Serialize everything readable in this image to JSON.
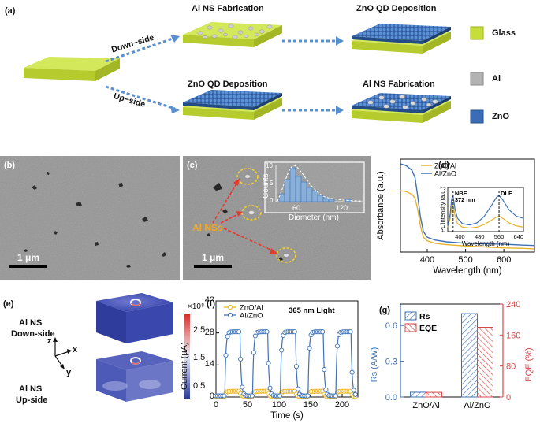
{
  "panels": {
    "a": "(a)",
    "b": "(b)",
    "c": "(c)",
    "d": "(d)",
    "e": "(e)",
    "f": "(f)",
    "g": "(g)"
  },
  "schematic": {
    "step_top_1": "Al NS Fabrication",
    "step_top_2": "ZnO QD Deposition",
    "step_bot_1": "ZnO QD Deposition",
    "step_bot_2": "Al NS Fabrication",
    "route_down": "Down−side",
    "route_up": "Up−side",
    "legend": [
      {
        "label": "Glass",
        "color": "#c7de3a"
      },
      {
        "label": "Al",
        "color": "#b3b3b3"
      },
      {
        "label": "ZnO",
        "color": "#3a6db6"
      }
    ]
  },
  "sem": {
    "scale_b": "1 μm",
    "scale_c": "1 μm",
    "annotation": "Al NSs",
    "inset": {
      "ylabel": "Counts",
      "xlabel": "Diameter (nm)",
      "yticks": [
        "0",
        "5",
        "10"
      ],
      "xticks": [
        "60",
        "120"
      ]
    }
  },
  "sim": {
    "label_top_1": "Al NS",
    "label_top_2": "Down-side",
    "label_bot_1": "Al NS",
    "label_bot_2": "Up-side",
    "axis_z": "z",
    "axis_x": "x",
    "axis_y": "y",
    "colorbar_exponent": "×10⁸",
    "colorbar_ticks": [
      "2.5",
      "1.5",
      "0.5"
    ]
  },
  "chart_data": [
    {
      "type": "line",
      "panel": "d",
      "xlabel": "Wavelength (nm)",
      "ylabel": "Absorbance (a.u.)",
      "xlim": [
        330,
        680
      ],
      "xticks": [
        400,
        500,
        600
      ],
      "series": [
        {
          "name": "ZnO/Al",
          "color": "#e6b326",
          "x": [
            330,
            345,
            360,
            368,
            375,
            382,
            390,
            400,
            420,
            450,
            500,
            550,
            600,
            650,
            680
          ],
          "y": [
            0.66,
            0.65,
            0.62,
            0.58,
            0.46,
            0.28,
            0.16,
            0.12,
            0.095,
            0.08,
            0.065,
            0.055,
            0.045,
            0.04,
            0.035
          ]
        },
        {
          "name": "Al/ZnO",
          "color": "#3e72b5",
          "x": [
            330,
            345,
            360,
            368,
            375,
            382,
            390,
            400,
            420,
            450,
            500,
            550,
            600,
            650,
            680
          ],
          "y": [
            0.95,
            0.93,
            0.88,
            0.8,
            0.6,
            0.38,
            0.22,
            0.16,
            0.13,
            0.11,
            0.095,
            0.09,
            0.085,
            0.075,
            0.07
          ]
        }
      ]
    },
    {
      "type": "line",
      "panel": "d-inset",
      "xlabel": "Wavelength (nm)",
      "ylabel": "PL intensity (a.u.)",
      "xlim": [
        350,
        660
      ],
      "xticks": [
        400,
        480,
        560,
        640
      ],
      "annotations": [
        "NBE",
        "372 nm",
        "DLE"
      ],
      "series": [
        {
          "name": "ZnO/Al",
          "color": "#e6b326",
          "x": [
            350,
            360,
            366,
            372,
            380,
            390,
            410,
            440,
            470,
            500,
            530,
            550,
            560,
            575,
            600,
            630,
            660
          ],
          "y": [
            0.1,
            0.3,
            0.55,
            0.6,
            0.35,
            0.18,
            0.1,
            0.08,
            0.1,
            0.16,
            0.26,
            0.33,
            0.35,
            0.3,
            0.2,
            0.13,
            0.1
          ]
        },
        {
          "name": "Al/ZnO",
          "color": "#3e72b5",
          "x": [
            350,
            360,
            366,
            372,
            380,
            390,
            410,
            440,
            470,
            500,
            530,
            550,
            560,
            575,
            600,
            630,
            660
          ],
          "y": [
            0.12,
            0.4,
            0.75,
            0.8,
            0.5,
            0.3,
            0.18,
            0.15,
            0.2,
            0.35,
            0.6,
            0.78,
            0.82,
            0.72,
            0.5,
            0.35,
            0.3
          ]
        }
      ]
    },
    {
      "type": "line",
      "panel": "f",
      "title": "365 nm Light",
      "xlabel": "Time (s)",
      "ylabel": "Current (μA)",
      "xlim": [
        0,
        225
      ],
      "ylim": [
        0,
        42
      ],
      "xticks": [
        0,
        50,
        100,
        150,
        200
      ],
      "yticks": [
        0,
        14,
        28,
        42
      ],
      "series": [
        {
          "name": "ZnO/Al",
          "color": "#e6b326",
          "on": 2.5,
          "off": 0.2
        },
        {
          "name": "Al/ZnO",
          "color": "#3e72b5",
          "on": 28.5,
          "off": 0.5
        }
      ],
      "pulses": [
        [
          14,
          38
        ],
        [
          58,
          82
        ],
        [
          102,
          126
        ],
        [
          146,
          170
        ],
        [
          190,
          214
        ]
      ]
    },
    {
      "type": "bar",
      "panel": "g",
      "categories": [
        "ZnO/Al",
        "Al/ZnO"
      ],
      "ylabel": "Rs (A/W)",
      "y2label": "EQE (%)",
      "yticks": [
        "0.0",
        "0.3",
        "0.6"
      ],
      "y2ticks": [
        0,
        80,
        160,
        240
      ],
      "y2lim": [
        0,
        240
      ],
      "series": [
        {
          "name": "Rs",
          "color": "#3e72b5",
          "values": [
            0.04,
            0.7
          ],
          "ylim": [
            0,
            0.78
          ]
        },
        {
          "name": "EQE",
          "color": "#d84848",
          "values": [
            12,
            180
          ],
          "ylim": [
            0,
            240
          ]
        }
      ]
    }
  ]
}
